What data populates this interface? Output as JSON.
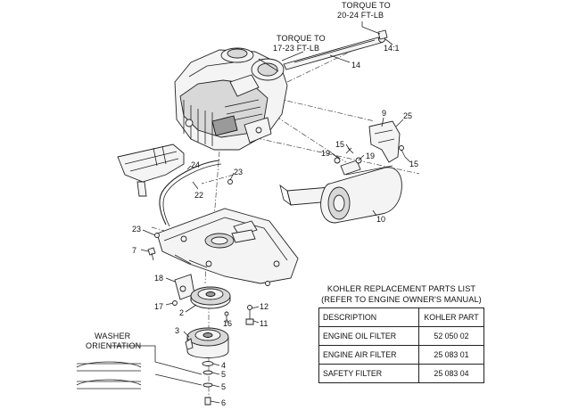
{
  "callouts": {
    "torque_a_line1": "TORQUE TO",
    "torque_a_line2": "20-24 FT-LB",
    "torque_b_line1": "TORQUE TO",
    "torque_b_line2": "17-23 FT-LB",
    "ratio": "14:1",
    "washer_line1": "WASHER",
    "washer_line2": "ORIENTATION"
  },
  "part_numbers": {
    "p14": "14",
    "p9": "9",
    "p25": "25",
    "p15a": "15",
    "p15b": "15",
    "p19a": "19",
    "p19b": "19",
    "p10": "10",
    "p24": "24",
    "p23a": "23",
    "p22": "22",
    "p23b": "23",
    "p7": "7",
    "p18": "18",
    "p17": "17",
    "p2": "2",
    "p16": "16",
    "p12": "12",
    "p11": "11",
    "p3": "3",
    "p4": "4",
    "p5a": "5",
    "p5b": "5",
    "p6": "6"
  },
  "parts_list": {
    "title_line1": "KOHLER REPLACEMENT PARTS LIST",
    "title_line2": "(REFER TO ENGINE OWNER'S MANUAL)",
    "headers": {
      "description": "DESCRIPTION",
      "part": "KOHLER PART"
    },
    "rows": [
      {
        "description": "ENGINE OIL FILTER",
        "part": "52 050 02"
      },
      {
        "description": "ENGINE AIR FILTER",
        "part": "25 083 01"
      },
      {
        "description": "SAFETY FILTER",
        "part": "25 083 04"
      }
    ]
  }
}
